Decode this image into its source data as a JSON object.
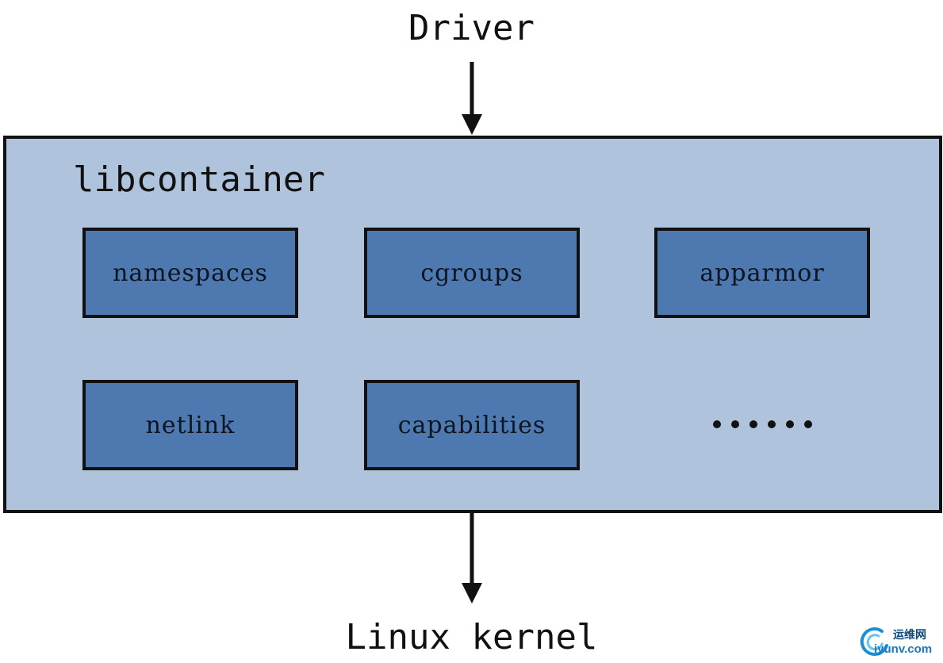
{
  "top_label": "Driver",
  "bottom_label": "Linux kernel",
  "container": {
    "title": "libcontainer",
    "modules": [
      {
        "label": "namespaces"
      },
      {
        "label": "cgroups"
      },
      {
        "label": "apparmor"
      },
      {
        "label": "netlink"
      },
      {
        "label": "capabilities"
      }
    ],
    "ellipsis": "······"
  },
  "watermark": {
    "cn_text": "运维网",
    "url": "iyunv.com"
  },
  "colors": {
    "container_fill": "#b0c3dc",
    "module_fill": "#4e79b0",
    "border": "#111111"
  }
}
